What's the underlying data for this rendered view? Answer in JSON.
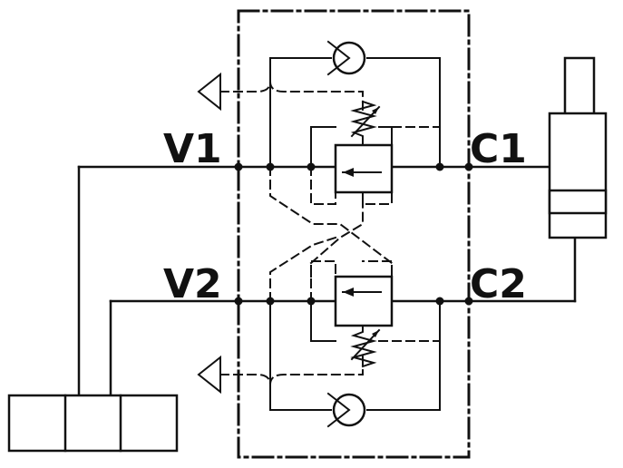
{
  "ports": {
    "v1": "V1",
    "v2": "V2",
    "c1": "C1",
    "c2": "C2"
  },
  "colors": {
    "line": "#111111",
    "background": "#ffffff"
  }
}
